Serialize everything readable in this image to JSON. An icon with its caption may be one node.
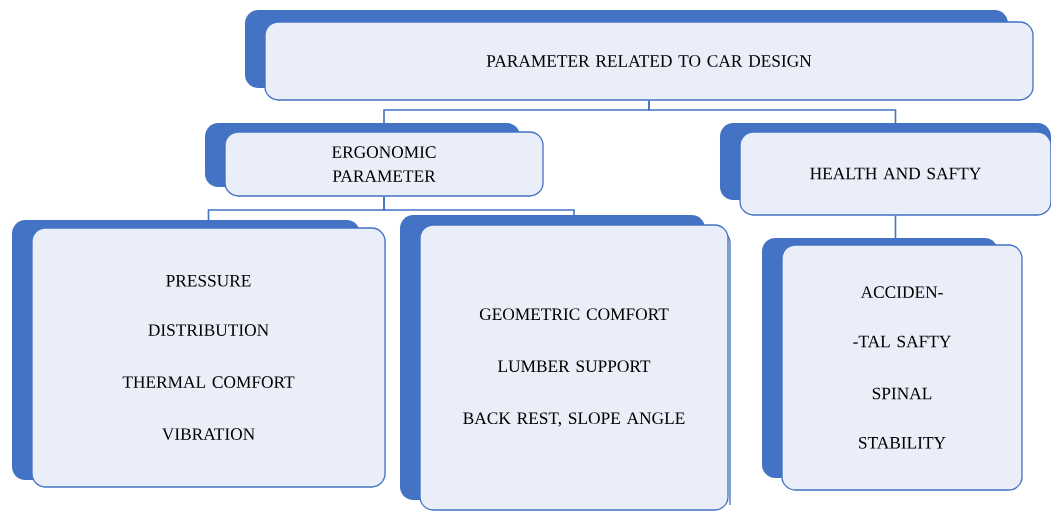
{
  "diagram": {
    "nodes": [
      {
        "text": [
          "PARAMETER RELATED TO CAR DESIGN"
        ]
      },
      {
        "text": [
          "ERGONOMIC PARAMETER"
        ]
      },
      {
        "text": [
          "HEALTH AND SAFTY"
        ]
      },
      {
        "text": [
          "PRESSURE DISTRIBUTION",
          "THERMAL COMFORT",
          "VIBRATION"
        ]
      },
      {
        "text": [
          "GEOMETRIC COMFORT",
          "LUMBER SUPPORT",
          "BACK REST, SLOPE ANGLE"
        ]
      },
      {
        "text": [
          "ACCIDEN- -TAL SAFTY",
          "SPINAL STABILITY"
        ]
      }
    ],
    "edges": [
      {
        "from": 0,
        "to": 1,
        "arrow": "none"
      },
      {
        "from": 0,
        "to": 2,
        "arrow": "none"
      },
      {
        "from": 1,
        "to": 3,
        "arrow": "none"
      },
      {
        "from": 1,
        "to": 4,
        "arrow": "none"
      },
      {
        "from": 2,
        "to": 5,
        "arrow": "none"
      }
    ]
  }
}
